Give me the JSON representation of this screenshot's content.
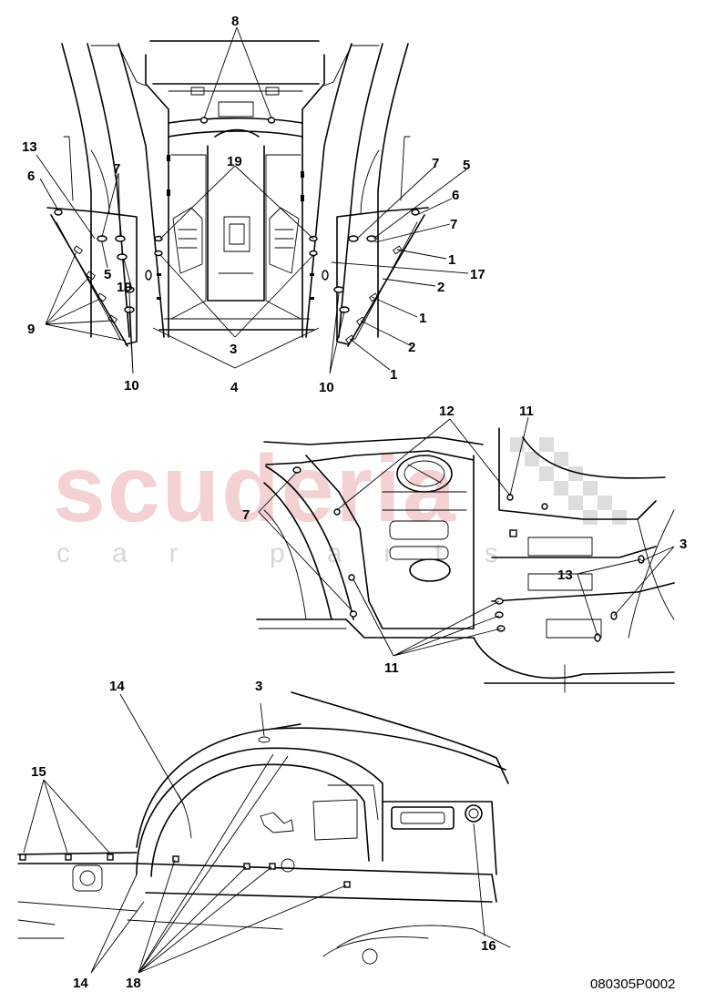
{
  "watermark": {
    "brand": "scuderia",
    "tagline": "car parts"
  },
  "drawing_code": "080305P0002",
  "callouts": {
    "top": [
      "8",
      "13",
      "6",
      "7",
      "19",
      "7",
      "5",
      "6",
      "7",
      "1",
      "17",
      "2",
      "1",
      "2",
      "1",
      "9",
      "5",
      "10",
      "10",
      "3",
      "10",
      "4"
    ],
    "middle": [
      "12",
      "11",
      "7",
      "13",
      "3",
      "11"
    ],
    "bottom": [
      "14",
      "3",
      "15",
      "16",
      "14",
      "18"
    ]
  }
}
